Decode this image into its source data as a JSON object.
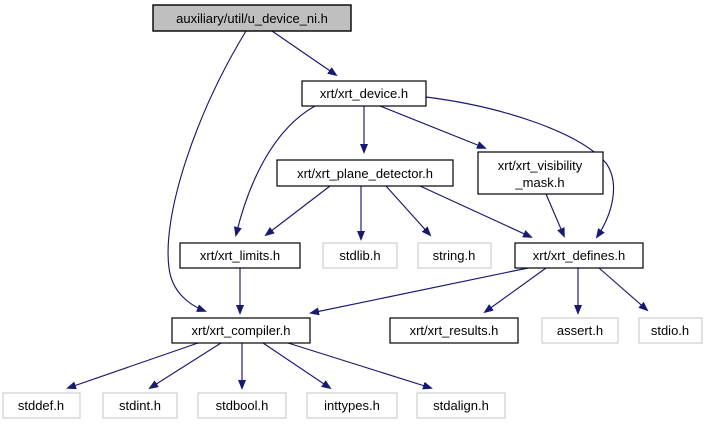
{
  "diagram": {
    "type": "include-dependency-graph",
    "root_file": "auxiliary/util/u_device_ni.h",
    "colors": {
      "edge": "#191970",
      "root_node_fill": "#bfbfbf",
      "project_node_border": "#000000",
      "system_node_border": "#c6c6c6",
      "background": "#ffffff"
    },
    "nodes": {
      "u_device_ni": {
        "label": "auxiliary/util/u_device_ni.h",
        "kind": "root"
      },
      "xrt_device": {
        "label": "xrt/xrt_device.h",
        "kind": "project"
      },
      "xrt_plane_detector": {
        "label": "xrt/xrt_plane_detector.h",
        "kind": "project"
      },
      "xrt_visibility_mask": {
        "label": "xrt/xrt_visibility_mask.h",
        "line1": "xrt/xrt_visibility",
        "line2": "_mask.h",
        "kind": "project"
      },
      "xrt_limits": {
        "label": "xrt/xrt_limits.h",
        "kind": "project"
      },
      "stdlib": {
        "label": "stdlib.h",
        "kind": "system"
      },
      "string": {
        "label": "string.h",
        "kind": "system"
      },
      "xrt_defines": {
        "label": "xrt/xrt_defines.h",
        "kind": "project"
      },
      "xrt_compiler": {
        "label": "xrt/xrt_compiler.h",
        "kind": "project"
      },
      "xrt_results": {
        "label": "xrt/xrt_results.h",
        "kind": "project"
      },
      "assert": {
        "label": "assert.h",
        "kind": "system"
      },
      "stdio": {
        "label": "stdio.h",
        "kind": "system"
      },
      "stddef": {
        "label": "stddef.h",
        "kind": "system"
      },
      "stdint": {
        "label": "stdint.h",
        "kind": "system"
      },
      "stdbool": {
        "label": "stdbool.h",
        "kind": "system"
      },
      "inttypes": {
        "label": "inttypes.h",
        "kind": "system"
      },
      "stdalign": {
        "label": "stdalign.h",
        "kind": "system"
      }
    },
    "edges": [
      {
        "from": "auxiliary/util/u_device_ni.h",
        "to": "xrt/xrt_device.h"
      },
      {
        "from": "auxiliary/util/u_device_ni.h",
        "to": "xrt/xrt_compiler.h"
      },
      {
        "from": "xrt/xrt_device.h",
        "to": "xrt/xrt_plane_detector.h"
      },
      {
        "from": "xrt/xrt_device.h",
        "to": "xrt/xrt_limits.h"
      },
      {
        "from": "xrt/xrt_device.h",
        "to": "xrt/xrt_visibility_mask.h"
      },
      {
        "from": "xrt/xrt_device.h",
        "to": "xrt/xrt_defines.h"
      },
      {
        "from": "xrt/xrt_plane_detector.h",
        "to": "xrt/xrt_limits.h"
      },
      {
        "from": "xrt/xrt_plane_detector.h",
        "to": "stdlib.h"
      },
      {
        "from": "xrt/xrt_plane_detector.h",
        "to": "string.h"
      },
      {
        "from": "xrt/xrt_plane_detector.h",
        "to": "xrt/xrt_defines.h"
      },
      {
        "from": "xrt/xrt_visibility_mask.h",
        "to": "xrt/xrt_defines.h"
      },
      {
        "from": "xrt/xrt_limits.h",
        "to": "xrt/xrt_compiler.h"
      },
      {
        "from": "xrt/xrt_defines.h",
        "to": "xrt/xrt_compiler.h"
      },
      {
        "from": "xrt/xrt_defines.h",
        "to": "xrt/xrt_results.h"
      },
      {
        "from": "xrt/xrt_defines.h",
        "to": "assert.h"
      },
      {
        "from": "xrt/xrt_defines.h",
        "to": "stdio.h"
      },
      {
        "from": "xrt/xrt_compiler.h",
        "to": "stddef.h"
      },
      {
        "from": "xrt/xrt_compiler.h",
        "to": "stdint.h"
      },
      {
        "from": "xrt/xrt_compiler.h",
        "to": "stdbool.h"
      },
      {
        "from": "xrt/xrt_compiler.h",
        "to": "inttypes.h"
      },
      {
        "from": "xrt/xrt_compiler.h",
        "to": "stdalign.h"
      }
    ]
  }
}
